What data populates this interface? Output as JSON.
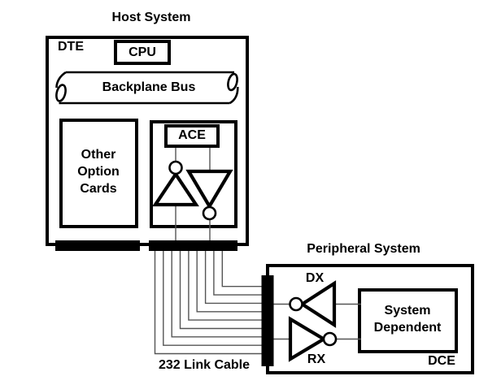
{
  "diagram": {
    "host": {
      "title": "Host System",
      "device_label": "DTE",
      "cpu_label": "CPU",
      "bus_label": "Backplane Bus",
      "option_card_lines": [
        "Other",
        "Option",
        "Cards"
      ],
      "ace_label": "ACE"
    },
    "cable": {
      "label": "232 Link Cable",
      "wire_count": 9
    },
    "peripheral": {
      "title": "Peripheral System",
      "device_label": "DCE",
      "driver_label": "DX",
      "receiver_label": "RX",
      "system_lines": [
        "System",
        "Dependent"
      ]
    },
    "colors": {
      "background": "#ffffff",
      "outline": "#000000",
      "wire": "#555555",
      "text": "#000000"
    }
  }
}
